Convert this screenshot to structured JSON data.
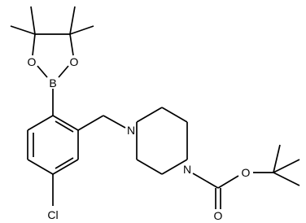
{
  "molecule": {
    "atom_labels": {
      "boron": "B",
      "oxygen_left": "O",
      "oxygen_right": "O",
      "chlorine": "Cl",
      "nitrogen_top": "N",
      "nitrogen_bottom": "N",
      "oxygen_carbonyl": "O",
      "oxygen_ester": "O"
    }
  }
}
